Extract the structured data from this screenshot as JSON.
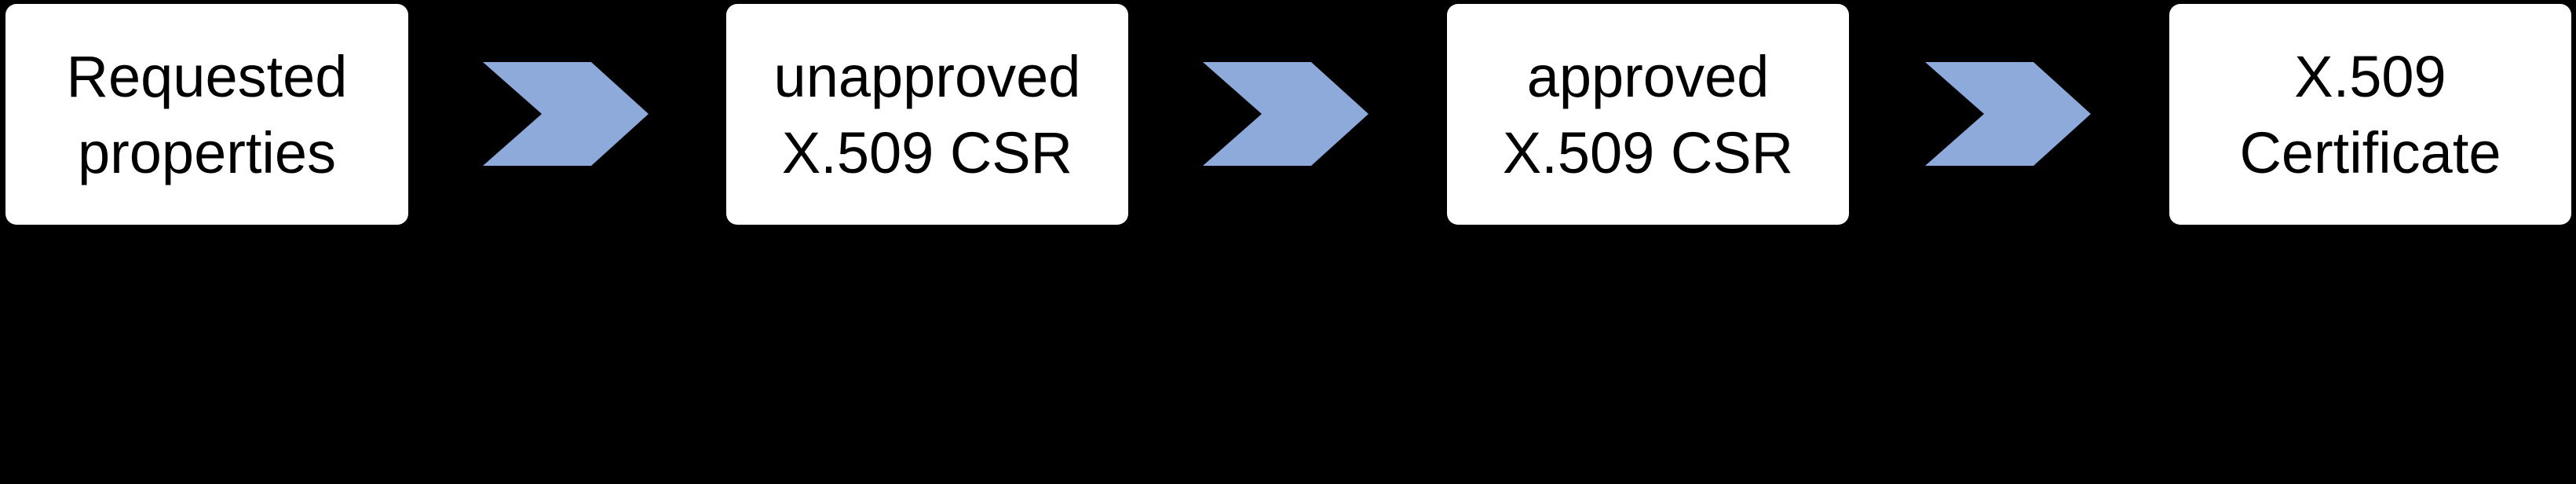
{
  "diagram": {
    "background_color": "#000000",
    "node_fill_color": "#ffffff",
    "node_text_color": "#000000",
    "arrow_color": "#8EAADB",
    "flow_direction": "left-to-right",
    "nodes": [
      {
        "label": "Requested properties",
        "line1": "Requested",
        "line2": "properties"
      },
      {
        "label": "unapproved X.509 CSR",
        "line1": "unapproved",
        "line2": "X.509 CSR"
      },
      {
        "label": "approved X.509 CSR",
        "line1": "approved",
        "line2": "X.509 CSR"
      },
      {
        "label": "X.509 Certificate",
        "line1": "X.509",
        "line2": "Certificate"
      }
    ],
    "connectors": [
      {
        "icon": "chevron-right",
        "from": "Requested properties",
        "to": "unapproved X.509 CSR"
      },
      {
        "icon": "chevron-right",
        "from": "unapproved X.509 CSR",
        "to": "approved X.509 CSR"
      },
      {
        "icon": "chevron-right",
        "from": "approved X.509 CSR",
        "to": "X.509 Certificate"
      }
    ]
  }
}
